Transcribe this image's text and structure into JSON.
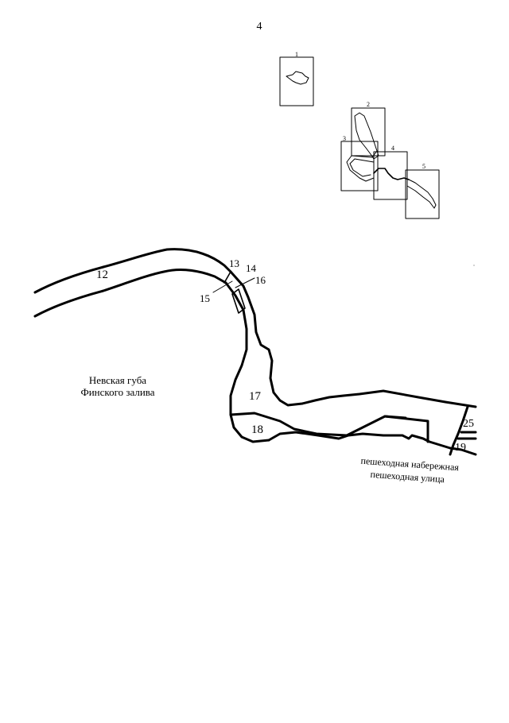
{
  "page_number": "4",
  "key_map": {
    "sheets": [
      "1",
      "2",
      "3",
      "4",
      "5"
    ]
  },
  "map": {
    "water_body_line1": "Невская губа",
    "water_body_line2": "Финского залива",
    "legend_line1": "пешеходная набережная",
    "legend_line2": "пешеходная улица",
    "labels": {
      "l12": "12",
      "l13": "13",
      "l14": "14",
      "l15": "15",
      "l16": "16",
      "l17": "17",
      "l18": "18",
      "l19": "19",
      "l25": "25"
    }
  }
}
